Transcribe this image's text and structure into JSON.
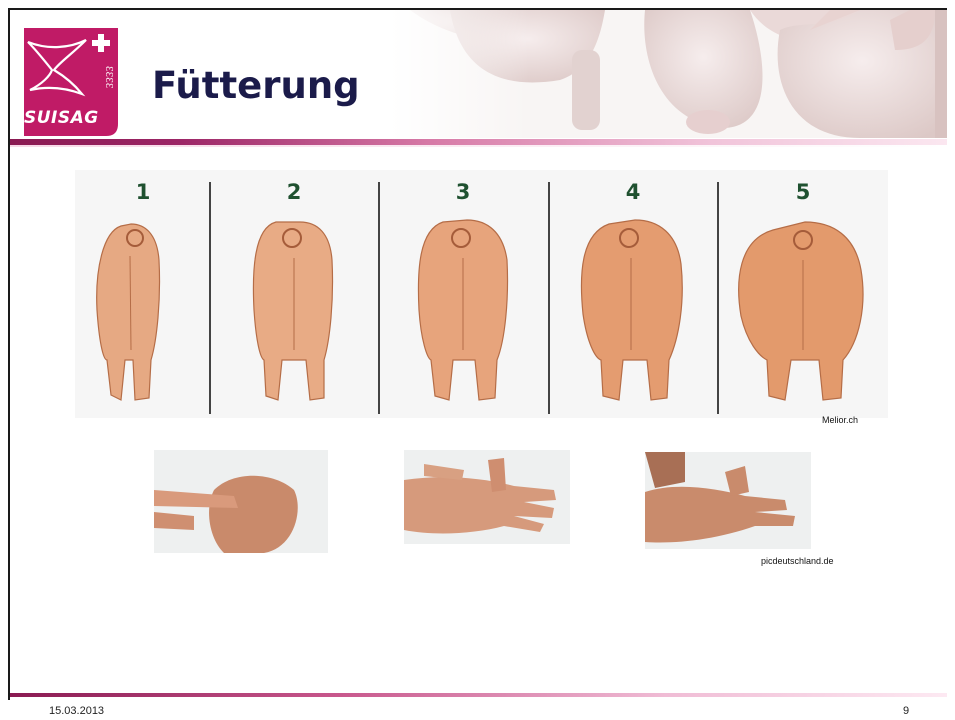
{
  "header": {
    "title": "Fütterung",
    "logo": {
      "text": "SUISAG",
      "cross_color": "#ffffff",
      "bg_color": "#c01b66"
    }
  },
  "bcs_scale": {
    "scores": [
      "1",
      "2",
      "3",
      "4",
      "5"
    ],
    "credit": "Melior.ch"
  },
  "hand_test": {
    "images": [
      "hand-knuckle",
      "hand-back",
      "hand-palm-edge"
    ],
    "credit": "picdeutschland.de"
  },
  "footer": {
    "date": "15.03.2013",
    "page": "9"
  },
  "colors": {
    "accent": "#9c2566",
    "title": "#1b1b4a",
    "score_number": "#1f5130"
  }
}
